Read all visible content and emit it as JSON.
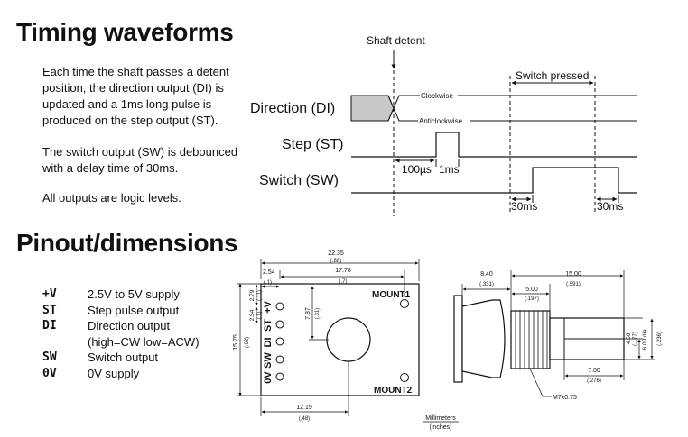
{
  "timing": {
    "heading": "Timing waveforms",
    "para1": "Each time the shaft passes a detent position, the direction output (DI) is updated and a 1ms long pulse is produced on the step output (ST).",
    "para1_lines": [
      "Each time the shaft passes a detent",
      "position, the direction output (DI) is",
      "updated and a 1ms long pulse is",
      "produced on the step output (ST)."
    ],
    "para2_lines": [
      "The switch output (SW) is debounced",
      "with a delay time of 30ms."
    ],
    "para3": "All outputs are logic levels.",
    "labels": {
      "shaft_detent": "Shaft detent",
      "switch_pressed": "Switch pressed",
      "direction": "Direction (DI)",
      "step": "Step (ST)",
      "switch": "Switch (SW)",
      "clockwise": "Clockwise",
      "anticlockwise": "Anticlockwise",
      "t100us": "100µs",
      "t1ms": "1ms",
      "t30ms_a": "30ms",
      "t30ms_b": "30ms"
    }
  },
  "pinout": {
    "heading": "Pinout/dimensions",
    "pins": [
      {
        "code": "+V",
        "desc": "2.5V to 5V supply"
      },
      {
        "code": "ST",
        "desc": "Step pulse output"
      },
      {
        "code": "DI",
        "desc": "Direction output"
      },
      {
        "code": "",
        "desc": "(high=CW low=ACW)"
      },
      {
        "code": "SW",
        "desc": "Switch output"
      },
      {
        "code": "0V",
        "desc": "0V supply"
      }
    ]
  },
  "drawing": {
    "board_pins": [
      "+V",
      "ST",
      "DI",
      "SW",
      "0V"
    ],
    "mount1": "MOUNT1",
    "mount2": "MOUNT2",
    "dims": {
      "w_mm": "22.35",
      "w_in": "(.88)",
      "p_mm": "17.78",
      "p_in": "(.7)",
      "o_mm": "2.54",
      "o_in": "(.1)",
      "v1_mm": "2.79",
      "v1_in": "(.11)",
      "v2_mm": "2.54",
      "v2_in": "(.1)",
      "h_mm": "15.75",
      "h_in": "(.62)",
      "c_mm": "7.87",
      "c_in": "(.31)",
      "b_mm": "12.19",
      "b_in": "(.48)",
      "a_mm": "8.40",
      "a_in": "(.331)",
      "s_mm": "5.00",
      "s_in": "(.197)",
      "l_mm": "15.00",
      "l_in": "(.591)",
      "d1_mm": "4.50",
      "d1_in": "(.177)",
      "d2_mm": "6.00 dia.",
      "d2_in": "(.236)",
      "t_mm": "7.00",
      "t_in": "(.276)",
      "thread": "M7x0.75"
    },
    "units_mm": "Millimeters",
    "units_in": "(inches)"
  }
}
